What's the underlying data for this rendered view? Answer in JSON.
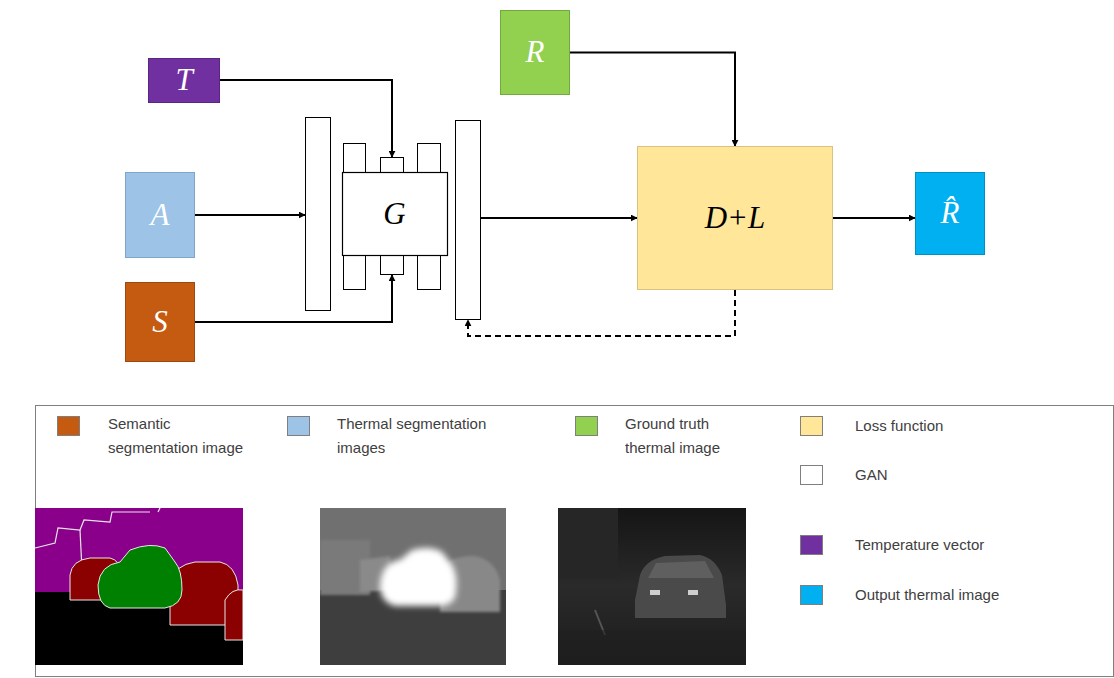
{
  "diagram": {
    "nodes": [
      {
        "text": [
          "T"
        ]
      },
      {
        "text": [
          "A"
        ]
      },
      {
        "text": [
          "S"
        ]
      },
      {
        "text": [
          "G"
        ]
      },
      {
        "text": [
          "R"
        ]
      },
      {
        "text": [
          "D+L"
        ]
      },
      {
        "text": [
          "R̂"
        ]
      }
    ],
    "edges": [
      {
        "from": 0,
        "to": 3,
        "arrow": "to"
      },
      {
        "from": 1,
        "to": 3,
        "arrow": "to"
      },
      {
        "from": 2,
        "to": 3,
        "arrow": "to"
      },
      {
        "from": 3,
        "to": 5,
        "arrow": "to"
      },
      {
        "from": 4,
        "to": 5,
        "arrow": "to"
      },
      {
        "from": 5,
        "to": 6,
        "arrow": "to"
      },
      {
        "from": 5,
        "to": 3,
        "arrow": "to"
      }
    ],
    "legend": [
      {
        "text": "Semantic segmentation image",
        "color": "#c55a11"
      },
      {
        "text": "Thermal segmentation images",
        "color": "#9dc3e6"
      },
      {
        "text": "Ground truth thermal image",
        "color": "#92d050"
      },
      {
        "text": "Loss function",
        "color": "#ffe699"
      },
      {
        "text": "GAN",
        "color": "#ffffff"
      },
      {
        "text": "Temperature vector",
        "color": "#7030a0"
      },
      {
        "text": "Output thermal image",
        "color": "#00b0f0"
      }
    ]
  }
}
